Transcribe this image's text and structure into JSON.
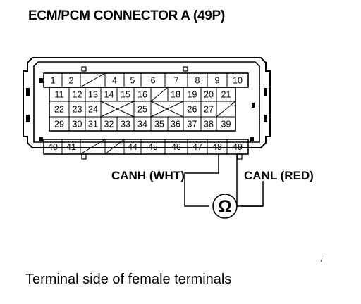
{
  "title": "ECM/PCM CONNECTOR A (49P)",
  "caption": "Terminal side of female terminals",
  "connector": {
    "rows": [
      [
        "1",
        "2",
        "",
        "4",
        "5",
        "6",
        "7",
        "8",
        "9",
        "10"
      ],
      [
        "11",
        "12",
        "13",
        "14",
        "15",
        "16",
        "",
        "18",
        "19",
        "20",
        "21"
      ],
      [
        "22",
        "23",
        "24",
        "",
        "25",
        "",
        "26",
        "27",
        ""
      ],
      [
        "29",
        "30",
        "31",
        "32",
        "33",
        "34",
        "35",
        "36",
        "37",
        "38",
        "39"
      ],
      [
        "40",
        "41",
        "",
        "",
        "44",
        "45",
        "46",
        "47",
        "48",
        "49"
      ]
    ]
  },
  "wires": {
    "canh": "CANH (WHT)",
    "canl": "CANL (RED)"
  },
  "meter": {
    "symbol": "Ω"
  },
  "marks": {
    "corner_mark": "i"
  }
}
